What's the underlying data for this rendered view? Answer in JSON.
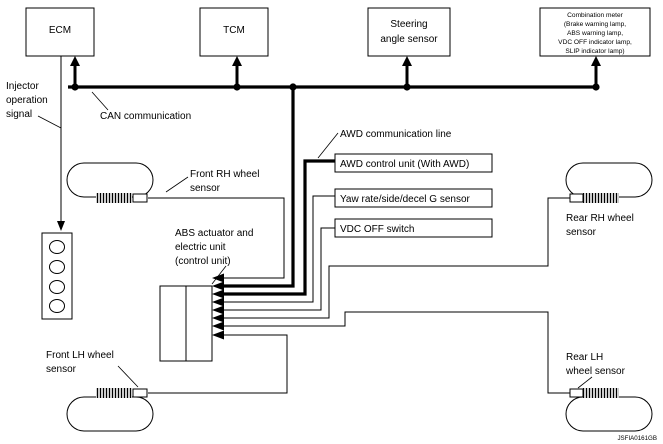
{
  "modules": {
    "ecm": "ECM",
    "tcm": "TCM",
    "steering_line1": "Steering",
    "steering_line2": "angle sensor",
    "meter_lines": [
      "Combination meter",
      "(Brake warning lamp,",
      "ABS warning lamp,",
      "VDC OFF indicator lamp,",
      "SLIP indicator lamp)"
    ]
  },
  "labels": {
    "can": "CAN communication",
    "injector_lines": [
      "Injector",
      "operation",
      "signal"
    ],
    "awd_line": "AWD communication line",
    "abs_lines": [
      "ABS actuator and",
      "electric unit",
      "(control unit)"
    ]
  },
  "units": {
    "awd": "AWD control unit (With AWD)",
    "yaw": "Yaw rate/side/decel G sensor",
    "vdc": "VDC OFF switch"
  },
  "wheels": {
    "front_rh": [
      "Front RH wheel",
      "sensor"
    ],
    "rear_rh": [
      "Rear RH wheel",
      "sensor"
    ],
    "front_lh": [
      "Front LH wheel",
      "sensor"
    ],
    "rear_lh": [
      "Rear LH",
      "wheel sensor"
    ]
  },
  "figure_id": "JSFIA0161GB"
}
